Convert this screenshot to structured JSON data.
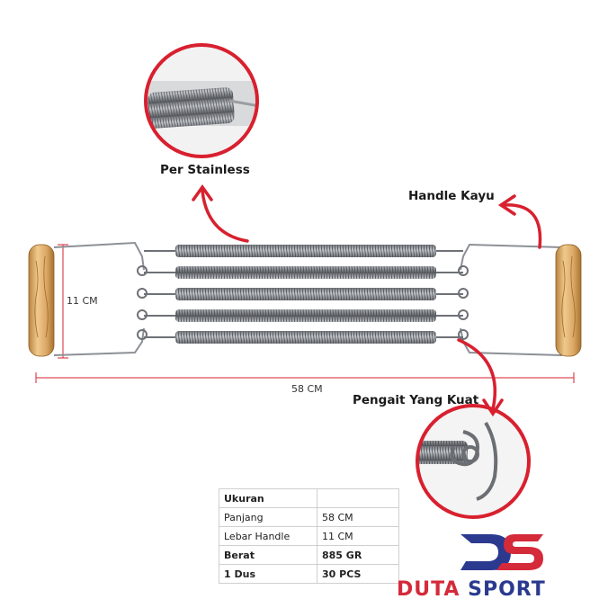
{
  "callouts": {
    "per": "Per Stainless",
    "handle": "Handle Kayu",
    "hook": "Pengait Yang Kuat"
  },
  "dimensions": {
    "height": "11 CM",
    "length": "58 CM"
  },
  "spec_table": {
    "header": "Ukuran",
    "rows": [
      {
        "key": "Panjang",
        "value": "58 CM",
        "bold": false
      },
      {
        "key": "Lebar Handle",
        "value": "11 CM",
        "bold": false
      },
      {
        "key": "Berat",
        "value": "885 GR",
        "bold": true
      },
      {
        "key": "1 Dus",
        "value": "30 PCS",
        "bold": true
      }
    ]
  },
  "brand": {
    "monogram": "DS",
    "name_part1": "DUTA",
    "name_part2": "SPORT",
    "color_blue": "#2b3a8f",
    "color_red": "#d42a3a"
  },
  "colors": {
    "accent_red": "#d8202f",
    "wood": "#d9a763",
    "spring": "#8a8d92"
  }
}
